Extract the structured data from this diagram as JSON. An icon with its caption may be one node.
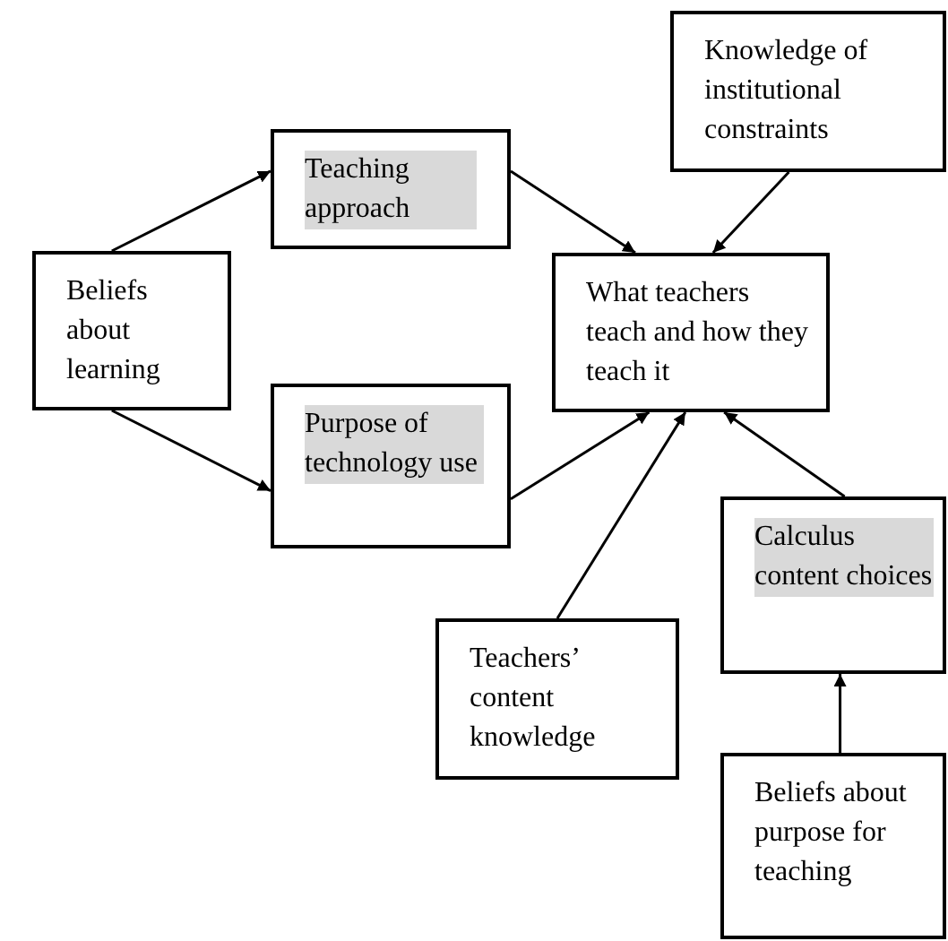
{
  "diagram": {
    "nodes": [
      {
        "text": [
          "Beliefs about learning"
        ]
      },
      {
        "text": [
          "Teaching approach"
        ]
      },
      {
        "text": [
          "Purpose of technology use"
        ]
      },
      {
        "text": [
          "What teachers teach and how they teach it"
        ]
      },
      {
        "text": [
          "Knowledge of institutional constraints"
        ]
      },
      {
        "text": [
          "Calculus content choices"
        ]
      },
      {
        "text": [
          "Teachers’ content knowledge"
        ]
      },
      {
        "text": [
          "Beliefs about purpose for teaching"
        ]
      }
    ],
    "edges": [
      {
        "from": 0,
        "to": 1,
        "arrow": "to"
      },
      {
        "from": 0,
        "to": 2,
        "arrow": "to"
      },
      {
        "from": 1,
        "to": 3,
        "arrow": "to"
      },
      {
        "from": 2,
        "to": 3,
        "arrow": "to"
      },
      {
        "from": 4,
        "to": 3,
        "arrow": "to"
      },
      {
        "from": 6,
        "to": 3,
        "arrow": "to"
      },
      {
        "from": 5,
        "to": 3,
        "arrow": "to"
      },
      {
        "from": 7,
        "to": 5,
        "arrow": "to"
      }
    ]
  }
}
